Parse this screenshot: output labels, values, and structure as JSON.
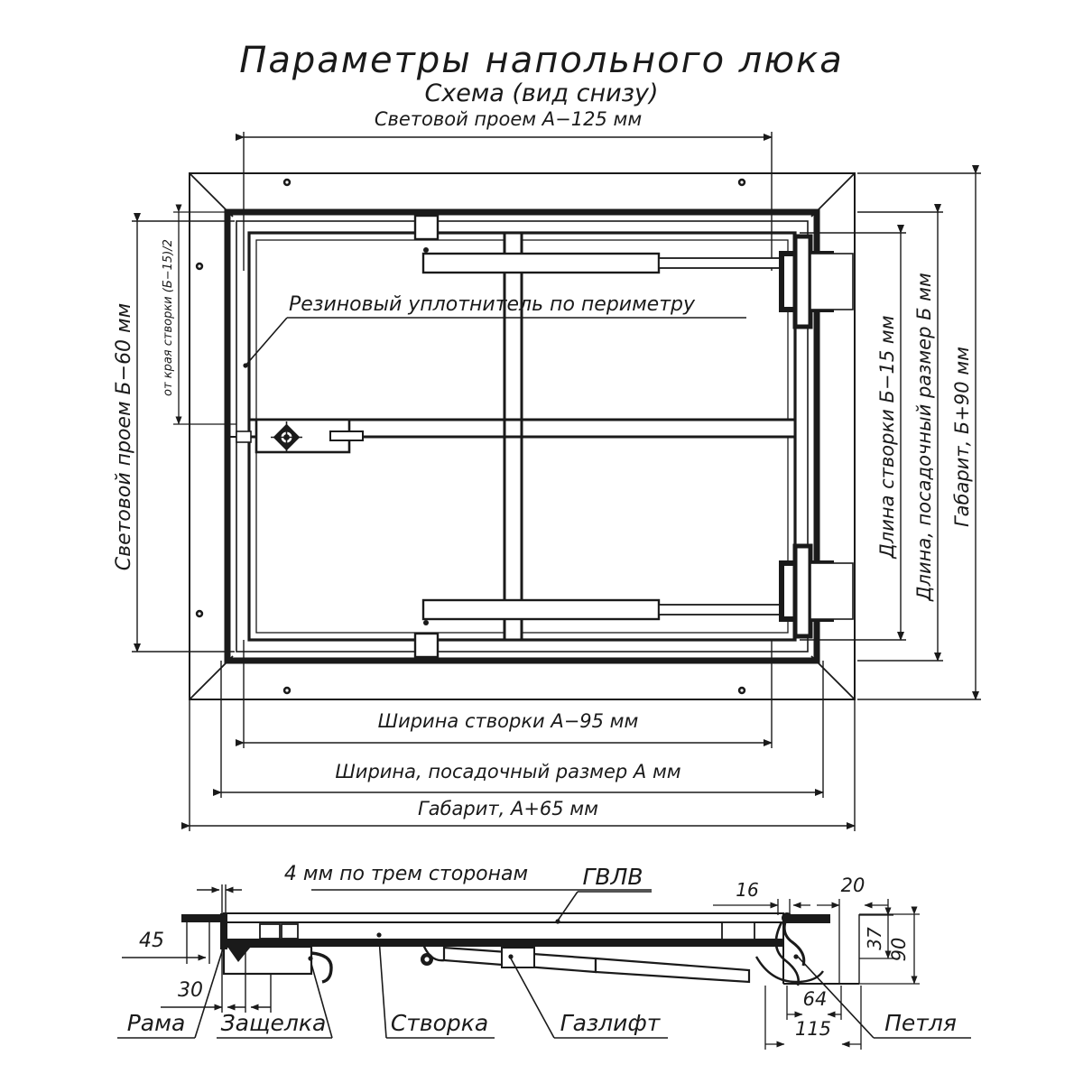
{
  "document": {
    "title": "Параметры напольного люка",
    "subtitle": "Схема (вид снизу)"
  },
  "top_view": {
    "dimensions": {
      "top_light_opening": "Световой проем А−125 мм",
      "left_light_opening": "Световой проем Б−60 мм",
      "left_small_note": "от края створки (Б−15)/2",
      "right_leaf_length": "Длина створки Б−15 мм",
      "right_seat_length": "Длина, посадочный размер Б мм",
      "right_overall": "Габарит, Б+90 мм",
      "bottom_leaf_width": "Ширина створки А−95 мм",
      "bottom_seat_width": "Ширина, посадочный размер А мм",
      "bottom_overall": "Габарит, А+65 мм"
    },
    "annotations": {
      "seal": "Резиновый уплотнитель по периметру"
    }
  },
  "section_view": {
    "dimensions": {
      "gap_three_sides": "4 мм по трем сторонам",
      "d45": "45",
      "d30": "30",
      "d16": "16",
      "d20": "20",
      "d37": "37",
      "d90": "90",
      "d64": "64",
      "d115": "115"
    },
    "callouts": {
      "frame": "Рама",
      "latch": "Защелка",
      "leaf": "Створка",
      "gas_lift": "Газлифт",
      "gvlv": "ГВЛВ",
      "hinge": "Петля"
    }
  },
  "colors": {
    "ink": "#1a1a1a",
    "thin": "#3a3a3a",
    "paper": "#ffffff"
  }
}
